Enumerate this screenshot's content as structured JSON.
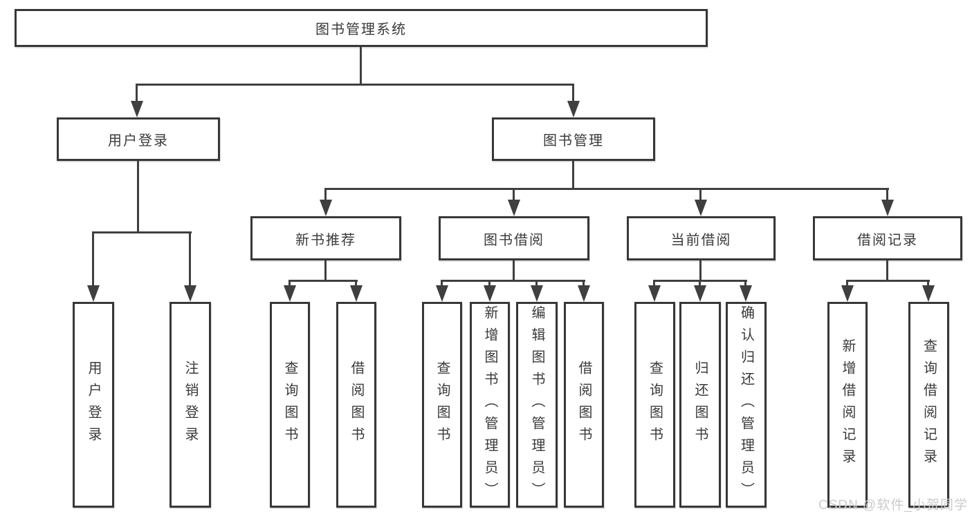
{
  "diagram": {
    "title": "图书管理系统",
    "level2": [
      {
        "label": "用户登录",
        "children": [
          "用户登录",
          "注销登录"
        ]
      },
      {
        "label": "图书管理"
      }
    ],
    "level3": [
      {
        "label": "新书推荐",
        "children": [
          "查询图书",
          "借阅图书"
        ]
      },
      {
        "label": "图书借阅",
        "children": [
          "查询图书",
          "新增图书（管理员）",
          "编辑图书（管理员）",
          "借阅图书"
        ]
      },
      {
        "label": "当前借阅",
        "children": [
          "查询图书",
          "归还图书",
          "确认归还（管理员）"
        ]
      },
      {
        "label": "借阅记录",
        "children": [
          "新增借阅记录",
          "查询借阅记录"
        ]
      }
    ]
  },
  "watermark": {
    "text": "CSDN @软件_小贺同学",
    "color": "#cbcbcb"
  },
  "colors": {
    "line": "#3f3f3f",
    "box_border": "#373737",
    "box_fill": "#ffffff",
    "text": "#3a3a3a",
    "background": "#ffffff"
  }
}
